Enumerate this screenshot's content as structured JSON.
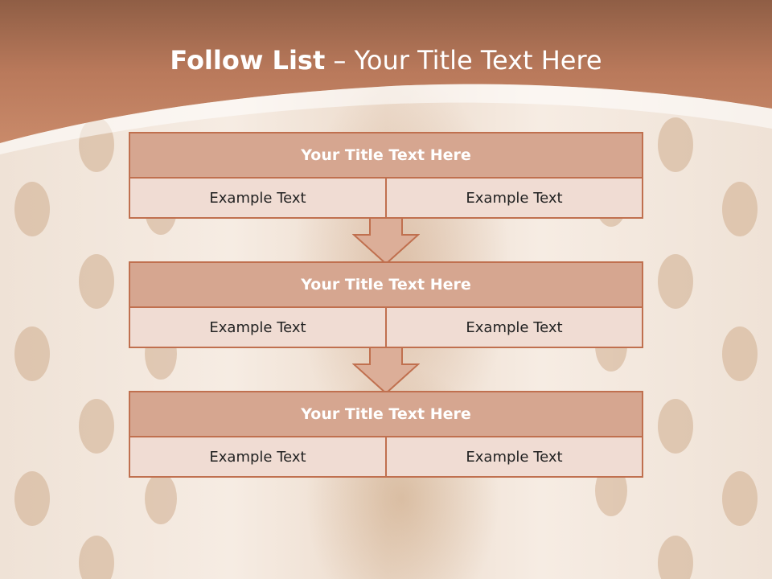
{
  "slide": {
    "title_bold": "Follow List",
    "title_rest": "  – Your Title Text Here"
  },
  "steps": [
    {
      "title": "Your Title Text Here",
      "left": "Example Text",
      "right": "Example Text"
    },
    {
      "title": "Your Title Text Here",
      "left": "Example Text",
      "right": "Example Text"
    },
    {
      "title": "Your Title Text Here",
      "left": "Example Text",
      "right": "Example Text"
    }
  ],
  "colors": {
    "header": "#c0825f",
    "box_border": "#c0704f",
    "box_title_fill": "#d6a690",
    "box_row_fill": "#f0dcd3",
    "arrow_fill": "#dcae98"
  }
}
